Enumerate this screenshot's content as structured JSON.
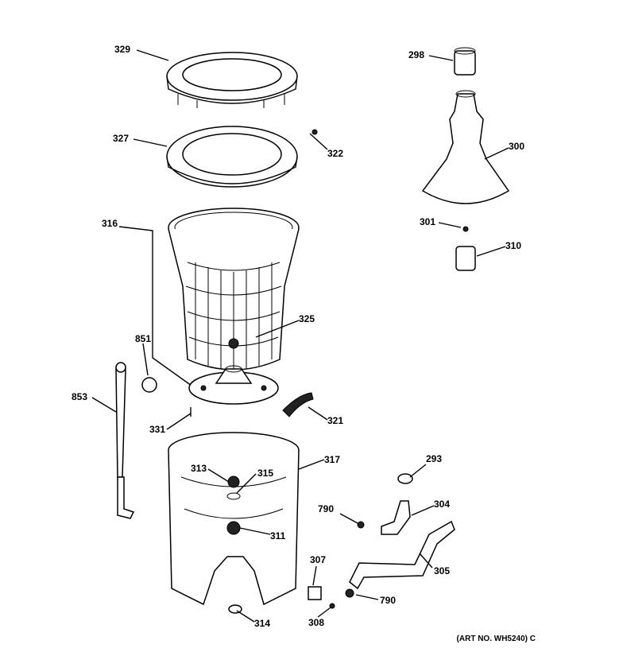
{
  "callouts": {
    "c329": "329",
    "c327": "327",
    "c322": "322",
    "c316": "316",
    "c325": "325",
    "c851": "851",
    "c853": "853",
    "c331": "331",
    "c321": "321",
    "c317": "317",
    "c313": "313",
    "c315": "315",
    "c311": "311",
    "c314": "314",
    "c298": "298",
    "c300": "300",
    "c301": "301",
    "c310": "310",
    "c293": "293",
    "c790a": "790",
    "c304": "304",
    "c305": "305",
    "c307": "307",
    "c790b": "790",
    "c308": "308"
  },
  "art_number": "(ART NO. WH5240) C"
}
